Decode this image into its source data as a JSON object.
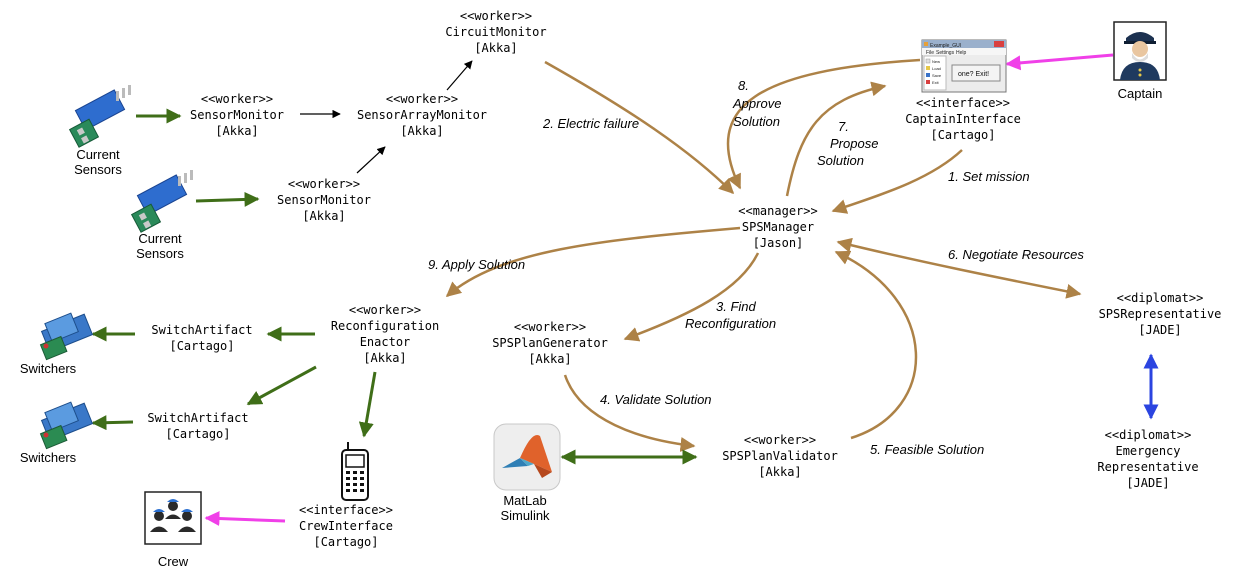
{
  "nodes": {
    "circuit_monitor": {
      "stereotype": "<<worker>>",
      "name": "CircuitMonitor",
      "tech": "[Akka]"
    },
    "sensor_monitor_1": {
      "stereotype": "<<worker>>",
      "name": "SensorMonitor",
      "tech": "[Akka]"
    },
    "sensor_array_monitor": {
      "stereotype": "<<worker>>",
      "name": "SensorArrayMonitor",
      "tech": "[Akka]"
    },
    "sensor_monitor_2": {
      "stereotype": "<<worker>>",
      "name": "SensorMonitor",
      "tech": "[Akka]"
    },
    "captain_interface": {
      "stereotype": "<<interface>>",
      "name": "CaptainInterface",
      "tech": "[Cartago]"
    },
    "sps_manager": {
      "stereotype": "<<manager>>",
      "name": "SPSManager",
      "tech": "[Jason]"
    },
    "reconfiguration_enactor": {
      "stereotype": "<<worker>>",
      "name1": "Reconfiguration",
      "name2": "Enactor",
      "tech": "[Akka]"
    },
    "sps_plan_generator": {
      "stereotype": "<<worker>>",
      "name": "SPSPlanGenerator",
      "tech": "[Akka]"
    },
    "switch_artifact_1": {
      "name": "SwitchArtifact",
      "tech": "[Cartago]"
    },
    "switch_artifact_2": {
      "name": "SwitchArtifact",
      "tech": "[Cartago]"
    },
    "sps_plan_validator": {
      "stereotype": "<<worker>>",
      "name": "SPSPlanValidator",
      "tech": "[Akka]"
    },
    "sps_representative": {
      "stereotype": "<<diplomat>>",
      "name": "SPSRepresentative",
      "tech": "[JADE]"
    },
    "emergency_representative": {
      "stereotype": "<<diplomat>>",
      "name1": "Emergency",
      "name2": "Representative",
      "tech": "[JADE]"
    },
    "crew_interface": {
      "stereotype": "<<interface>>",
      "name": "CrewInterface",
      "tech": "[Cartago]"
    }
  },
  "actors": {
    "current_sensors_1": {
      "line1": "Current",
      "line2": "Sensors"
    },
    "current_sensors_2": {
      "line1": "Current",
      "line2": "Sensors"
    },
    "captain": "Captain",
    "switchers_1": "Switchers",
    "switchers_2": "Switchers",
    "matlab": {
      "line1": "MatLab",
      "line2": "Simulink"
    },
    "crew": "Crew"
  },
  "window_mock": {
    "title": "Example_GUI",
    "menu": [
      "File",
      "Settings",
      "Help"
    ],
    "items": [
      "New",
      "Load",
      "Save",
      "Exit"
    ],
    "dialog": "one? Exit!"
  },
  "edge_labels": {
    "set_mission": "1. Set mission",
    "electric_failure": "2. Electric failure",
    "find_reconfig_1": "3. Find",
    "find_reconfig_2": "Reconfiguration",
    "validate_solution": "4. Validate Solution",
    "feasible_solution": "5. Feasible Solution",
    "negotiate_resources": "6. Negotiate Resources",
    "propose_1": "7.",
    "propose_2": "Propose",
    "propose_3": "Solution",
    "approve_1": "8.",
    "approve_2": "Approve",
    "approve_3": "Solution",
    "apply_solution": "9. Apply Solution"
  },
  "colors": {
    "message_arrow": "#ad8247",
    "sensor_arrow": "#3f6e18",
    "human_arrow": "#f040e8",
    "diplomat_arrow": "#2b44e0",
    "monitor_arrow": "#000000"
  }
}
